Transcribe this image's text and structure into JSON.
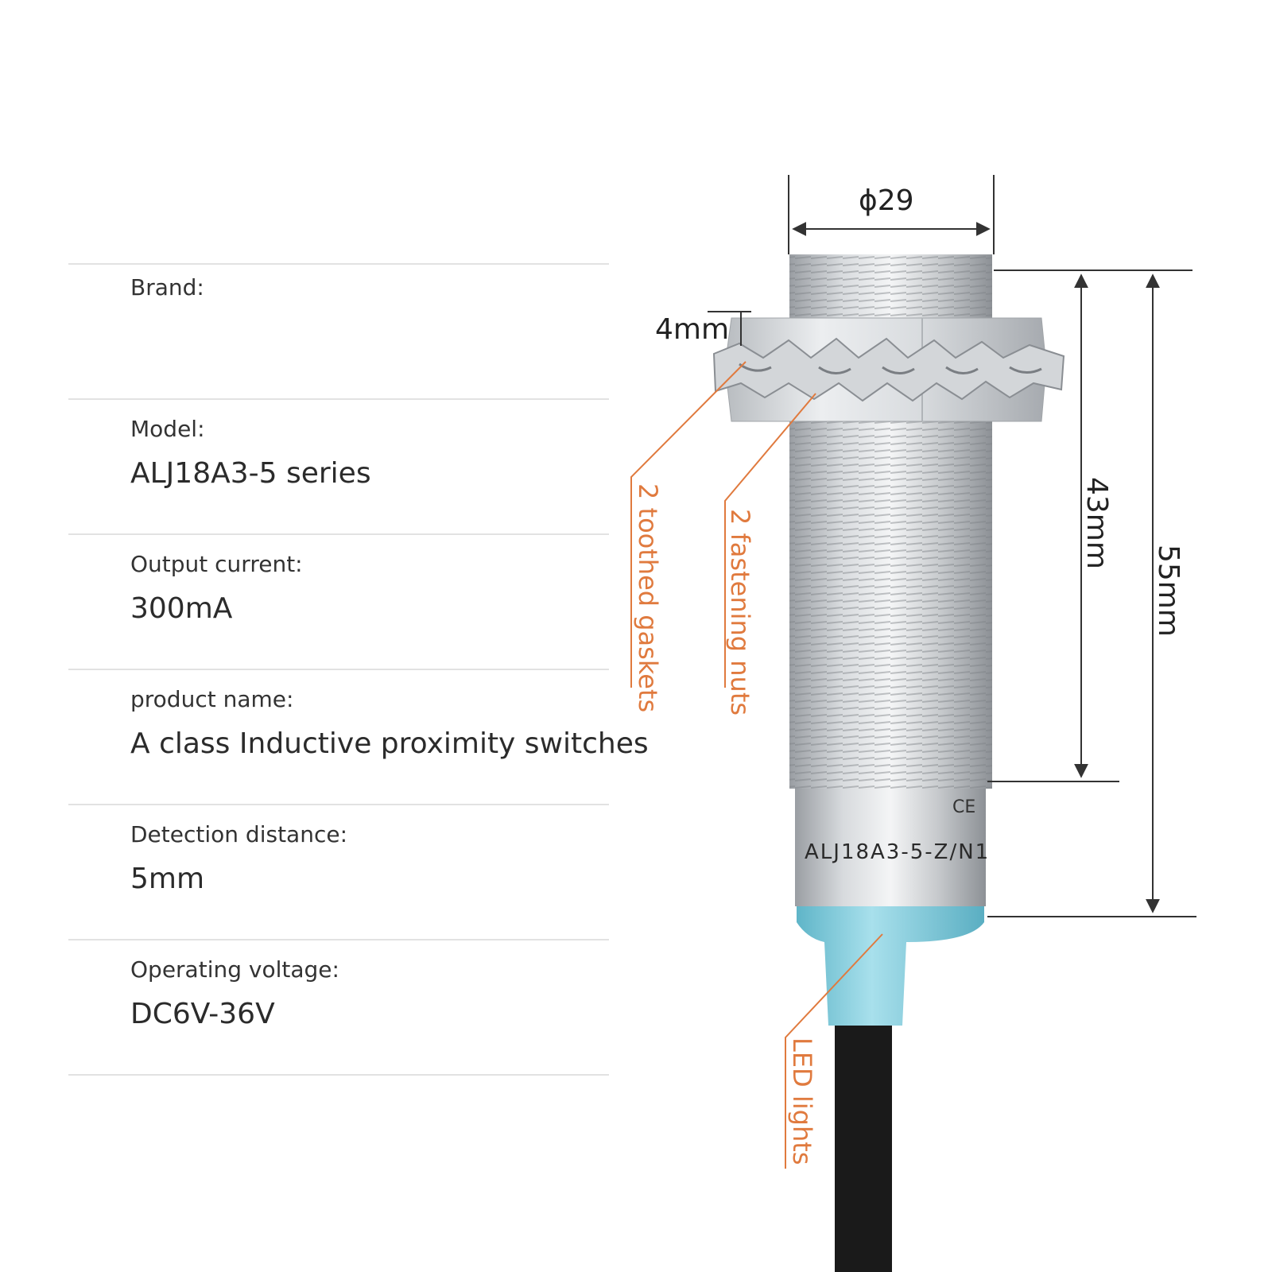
{
  "specs": [
    {
      "label": "Brand:",
      "value": ""
    },
    {
      "label": "Model:",
      "value": "ALJ18A3-5 series"
    },
    {
      "label": "Output current:",
      "value": "300mA"
    },
    {
      "label": "product name:",
      "value": "A class Inductive proximity switches"
    },
    {
      "label": "Detection distance:",
      "value": "5mm"
    },
    {
      "label": "Operating voltage:",
      "value": "DC6V-36V"
    }
  ],
  "diagram": {
    "dimensions": {
      "diameter": "ϕ29",
      "nut_thickness": "4mm",
      "thread_length": "43mm",
      "total_length": "55mm"
    },
    "callouts": {
      "gaskets": "2 toothed gaskets",
      "nuts": "2 fastening nuts",
      "led": "LED lights"
    },
    "sensor": {
      "model_print": "ALJ18A3-5-Z/N1",
      "ce_mark": "CE"
    }
  },
  "colors": {
    "callout": "#e07a3e",
    "cap": "#7ec9d9",
    "cable": "#1a1a1a",
    "metal": "#c9cccf"
  }
}
